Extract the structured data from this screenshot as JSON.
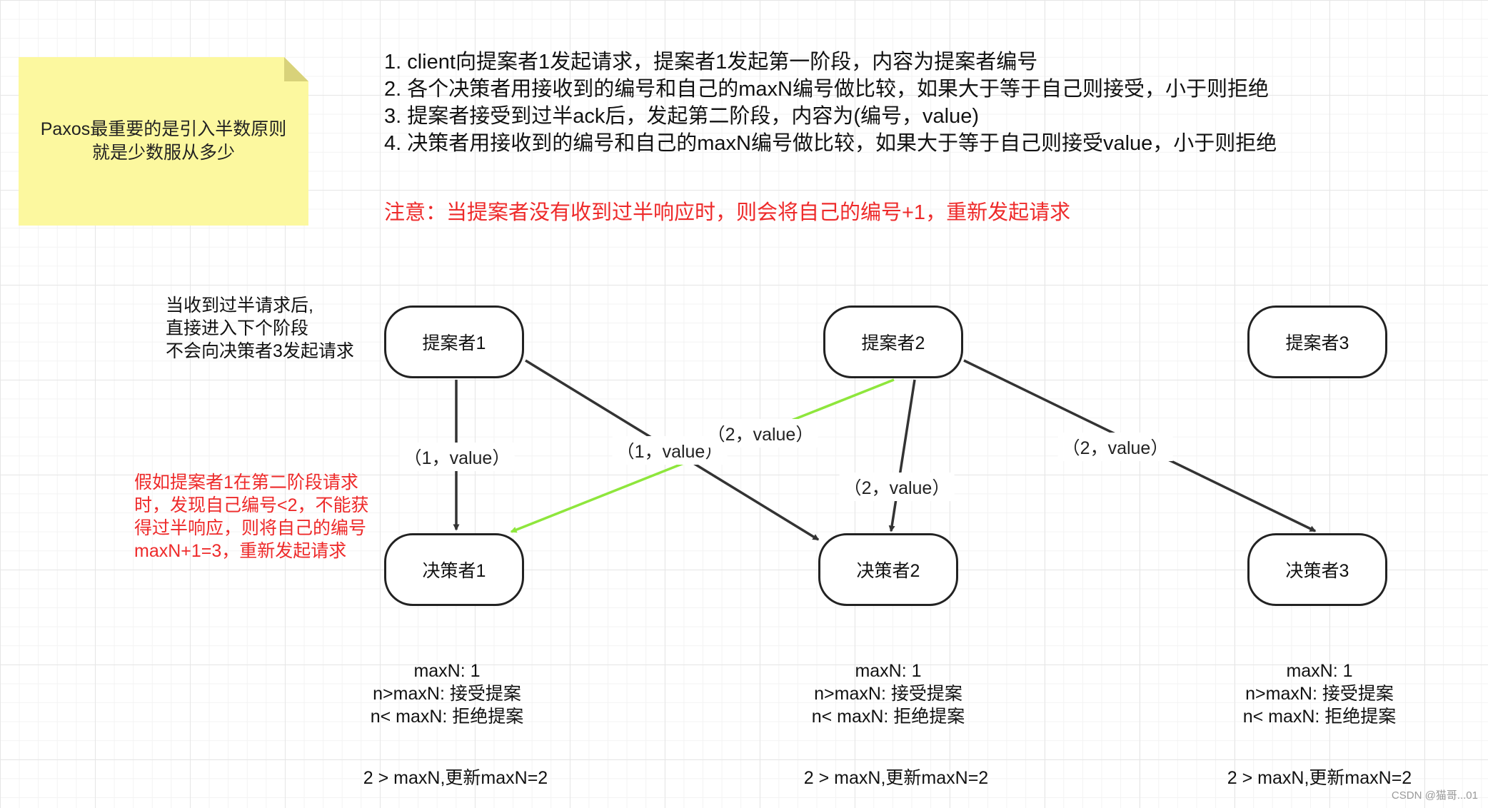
{
  "sticky": {
    "line1": "Paxos最重要的是引入半数原则",
    "line2": "就是少数服从多少"
  },
  "steps": [
    "1. client向提案者1发起请求，提案者1发起第一阶段，内容为提案者编号",
    "2. 各个决策者用接收到的编号和自己的maxN编号做比较，如果大于等于自己则接受，小于则拒绝",
    "3. 提案者接受到过半ack后，发起第二阶段，内容为(编号，value)",
    "4. 决策者用接收到的编号和自己的maxN编号做比较，如果大于等于自己则接受value，小于则拒绝"
  ],
  "notice": "注意：当提案者没有收到过半响应时，则会将自己的编号+1，重新发起请求",
  "side_note": [
    "当收到过半请求后,",
    "直接进入下个阶段",
    "不会向决策者3发起请求"
  ],
  "side_red": [
    "假如提案者1在第二阶段请求",
    "时，发现自己编号<2，不能获",
    "得过半响应，则将自己的编号",
    "maxN+1=3，重新发起请求"
  ],
  "nodes": {
    "proposer1": "提案者1",
    "proposer2": "提案者2",
    "proposer3": "提案者3",
    "acceptor1": "决策者1",
    "acceptor2": "决策者2",
    "acceptor3": "决策者3"
  },
  "edges": {
    "p1_a1": "（1，value）",
    "p1_a2": "（1，value）",
    "p2_a1": "（2，value）",
    "p2_a2": "（2，value）",
    "p2_a3": "（2，value）"
  },
  "colors": {
    "edge": "#333333",
    "highlight_edge": "#8ee63c",
    "red_text": "#ee2a2a",
    "sticky": "#fcf89f"
  },
  "acceptor_info": {
    "line1": "maxN: 1",
    "line2": "n>maxN:  接受提案",
    "line3": "n< maxN: 拒绝提案",
    "update": "2 > maxN,更新maxN=2"
  },
  "watermark": "CSDN @猫哥...01"
}
